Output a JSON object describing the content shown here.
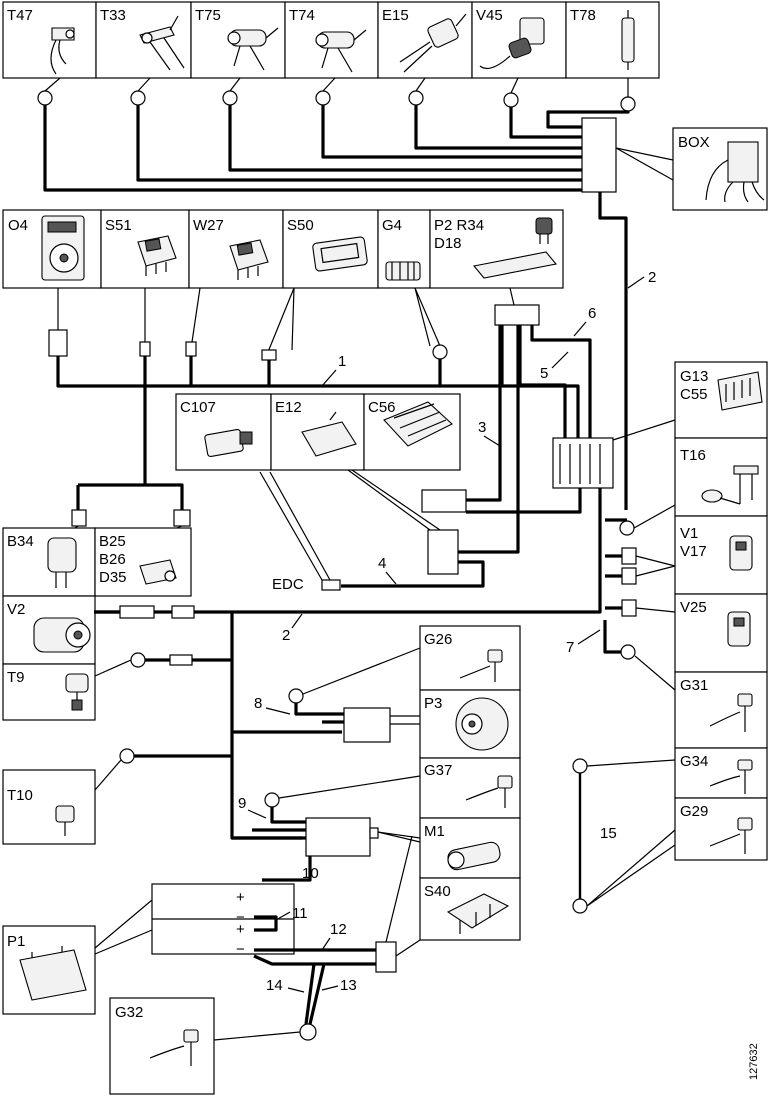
{
  "top_components": [
    "T47",
    "T33",
    "T75",
    "T74",
    "E15",
    "V45",
    "T78"
  ],
  "box_label": "BOX",
  "second_row": {
    "o4": "O4",
    "s51": "S51",
    "w27": "W27",
    "s50": "S50",
    "g4": "G4",
    "p2_line1": "P2 R34",
    "p2_line2": "D18"
  },
  "ecu_row": {
    "c107": "C107",
    "e12": "E12",
    "c56": "C56"
  },
  "right_components": {
    "g13_line1": "G13",
    "g13_line2": "C55",
    "t16": "T16",
    "v1_line1": "V1",
    "v1_line2": "V17",
    "v25": "V25",
    "g31": "G31",
    "g34": "G34",
    "g29": "G29"
  },
  "left_components": {
    "b34": "B34",
    "b25_line1": "B25",
    "b25_line2": "B26",
    "b25_line3": "D35",
    "v2": "V2",
    "t9": "T9",
    "t10": "T10",
    "p1": "P1",
    "g32": "G32"
  },
  "center_components": {
    "g26": "G26",
    "p3": "P3",
    "g37": "G37",
    "m1": "M1",
    "s40": "S40",
    "edc": "EDC"
  },
  "wire_numbers": {
    "n1": "1",
    "n2a": "2",
    "n2b": "2",
    "n3": "3",
    "n4": "4",
    "n5": "5",
    "n6": "6",
    "n7": "7",
    "n8": "8",
    "n9": "9",
    "n10": "10",
    "n11": "11",
    "n12": "12",
    "n13": "13",
    "n14": "14",
    "n15": "15"
  },
  "battery_terminals": {
    "plus1": "+",
    "minus1": "−",
    "plus2": "+",
    "minus2": "−"
  },
  "figure_id": "127632"
}
